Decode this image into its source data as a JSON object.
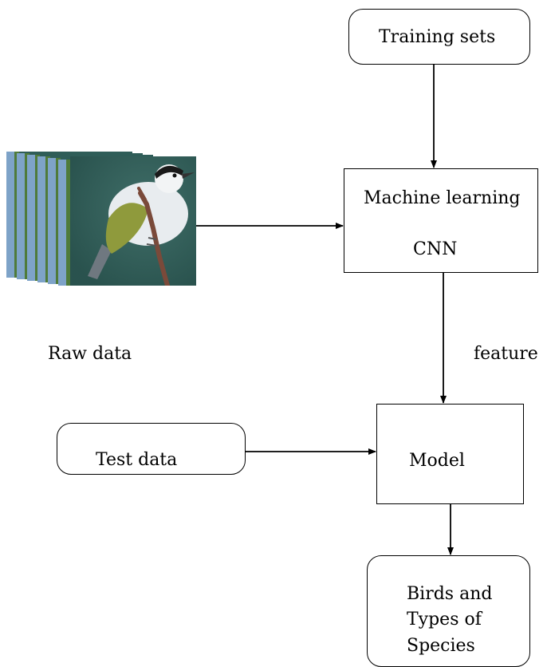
{
  "nodes": {
    "training_sets": "Training sets",
    "machine_learning": "Machine learning",
    "cnn": "CNN",
    "model": "Model",
    "test_data": "Test data",
    "output_line1": "Birds and",
    "output_line2": "Types of",
    "output_line3": "Species"
  },
  "labels": {
    "raw_data": "Raw data",
    "feature": "feature"
  },
  "image": {
    "subject": "bird-on-branch",
    "colors": {
      "background": "#2f5d58",
      "bird_body": "#e8ecef",
      "bird_wing": "#8f9a3c",
      "frame_blue": "#7ea3c8",
      "frame_green": "#4f7b3a"
    }
  }
}
